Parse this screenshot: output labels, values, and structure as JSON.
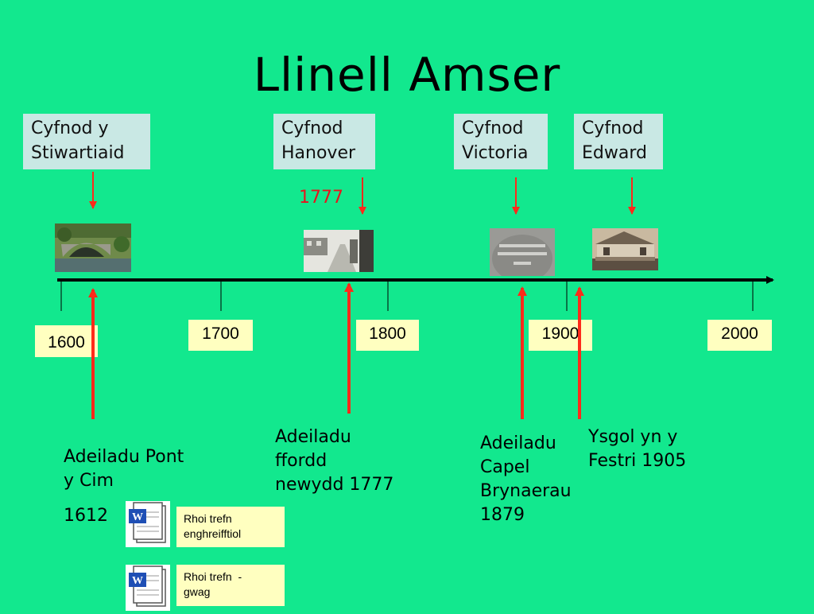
{
  "slide": {
    "title": "Llinell Amser",
    "background": "#12e88e",
    "periods": [
      {
        "line1": "Cyfnod y",
        "line2": "Stiwartiaid"
      },
      {
        "line1": "Cyfnod",
        "line2": "Hanover"
      },
      {
        "line1": "Cyfnod",
        "line2": "Victoria"
      },
      {
        "line1": "Cyfnod",
        "line2": "Edward"
      }
    ],
    "highlight_year": "1777",
    "years": [
      "1600",
      "1700",
      "1800",
      "1900",
      "2000"
    ],
    "events": [
      {
        "text": "Adeiladu Pont y Cim",
        "year": "1612"
      },
      {
        "line1": "Adeiladu",
        "line2": "ffordd",
        "line3": "newydd 1777"
      },
      {
        "line1": "Adeiladu",
        "line2": "Capel",
        "line3": "Brynaerau",
        "line4": "1879"
      },
      {
        "line1": "Ysgol yn y",
        "line2": "Festri 1905"
      }
    ],
    "documents": [
      {
        "label_line1": "Rhoi trefn",
        "label_line2": "enghreifftiol",
        "icon": "word-document-icon"
      },
      {
        "label_line1": "Rhoi trefn  -",
        "label_line2": "gwag",
        "icon": "word-document-icon"
      }
    ],
    "colors": {
      "arrow": "#ff2a1a",
      "axis": "#000000",
      "label_box": "#ffffc0",
      "period_box": "#c9e8e4"
    }
  }
}
